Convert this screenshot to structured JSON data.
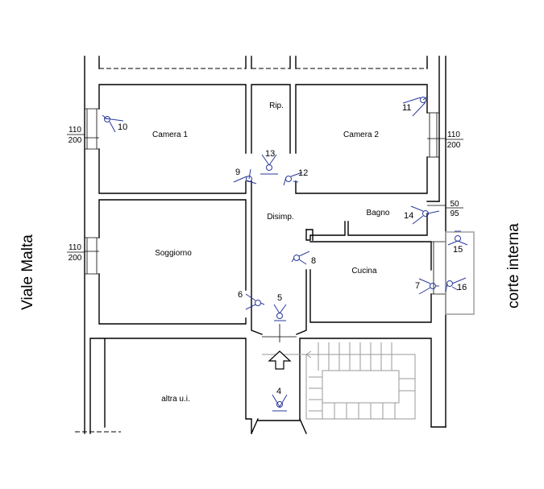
{
  "plan": {
    "street_label": "Viale Malta",
    "courtyard_label": "corte interna",
    "rooms": {
      "camera1": "Camera 1",
      "camera2": "Camera 2",
      "ripostiglio": "Rip.",
      "disimpegno": "Disimp.",
      "bagno": "Bagno",
      "soggiorno": "Soggiorno",
      "cucina": "Cucina",
      "altra": "altra u.i."
    },
    "window_dims": {
      "camera1_w": "110",
      "camera1_h": "200",
      "camera2_w": "110",
      "camera2_h": "200",
      "soggiorno_w": "110",
      "soggiorno_h": "200",
      "bagno_w": "50",
      "bagno_h": "95"
    },
    "photo_points": {
      "p4": "4",
      "p5": "5",
      "p6": "6",
      "p7": "7",
      "p8": "8",
      "p9": "9",
      "p10": "10",
      "p11": "11",
      "p12": "12",
      "p13": "13",
      "p14": "14",
      "p15": "15",
      "p16": "16"
    }
  },
  "colors": {
    "camera_marker": "#2a3a9a",
    "courtyard_outline": "#9a9a9a"
  }
}
